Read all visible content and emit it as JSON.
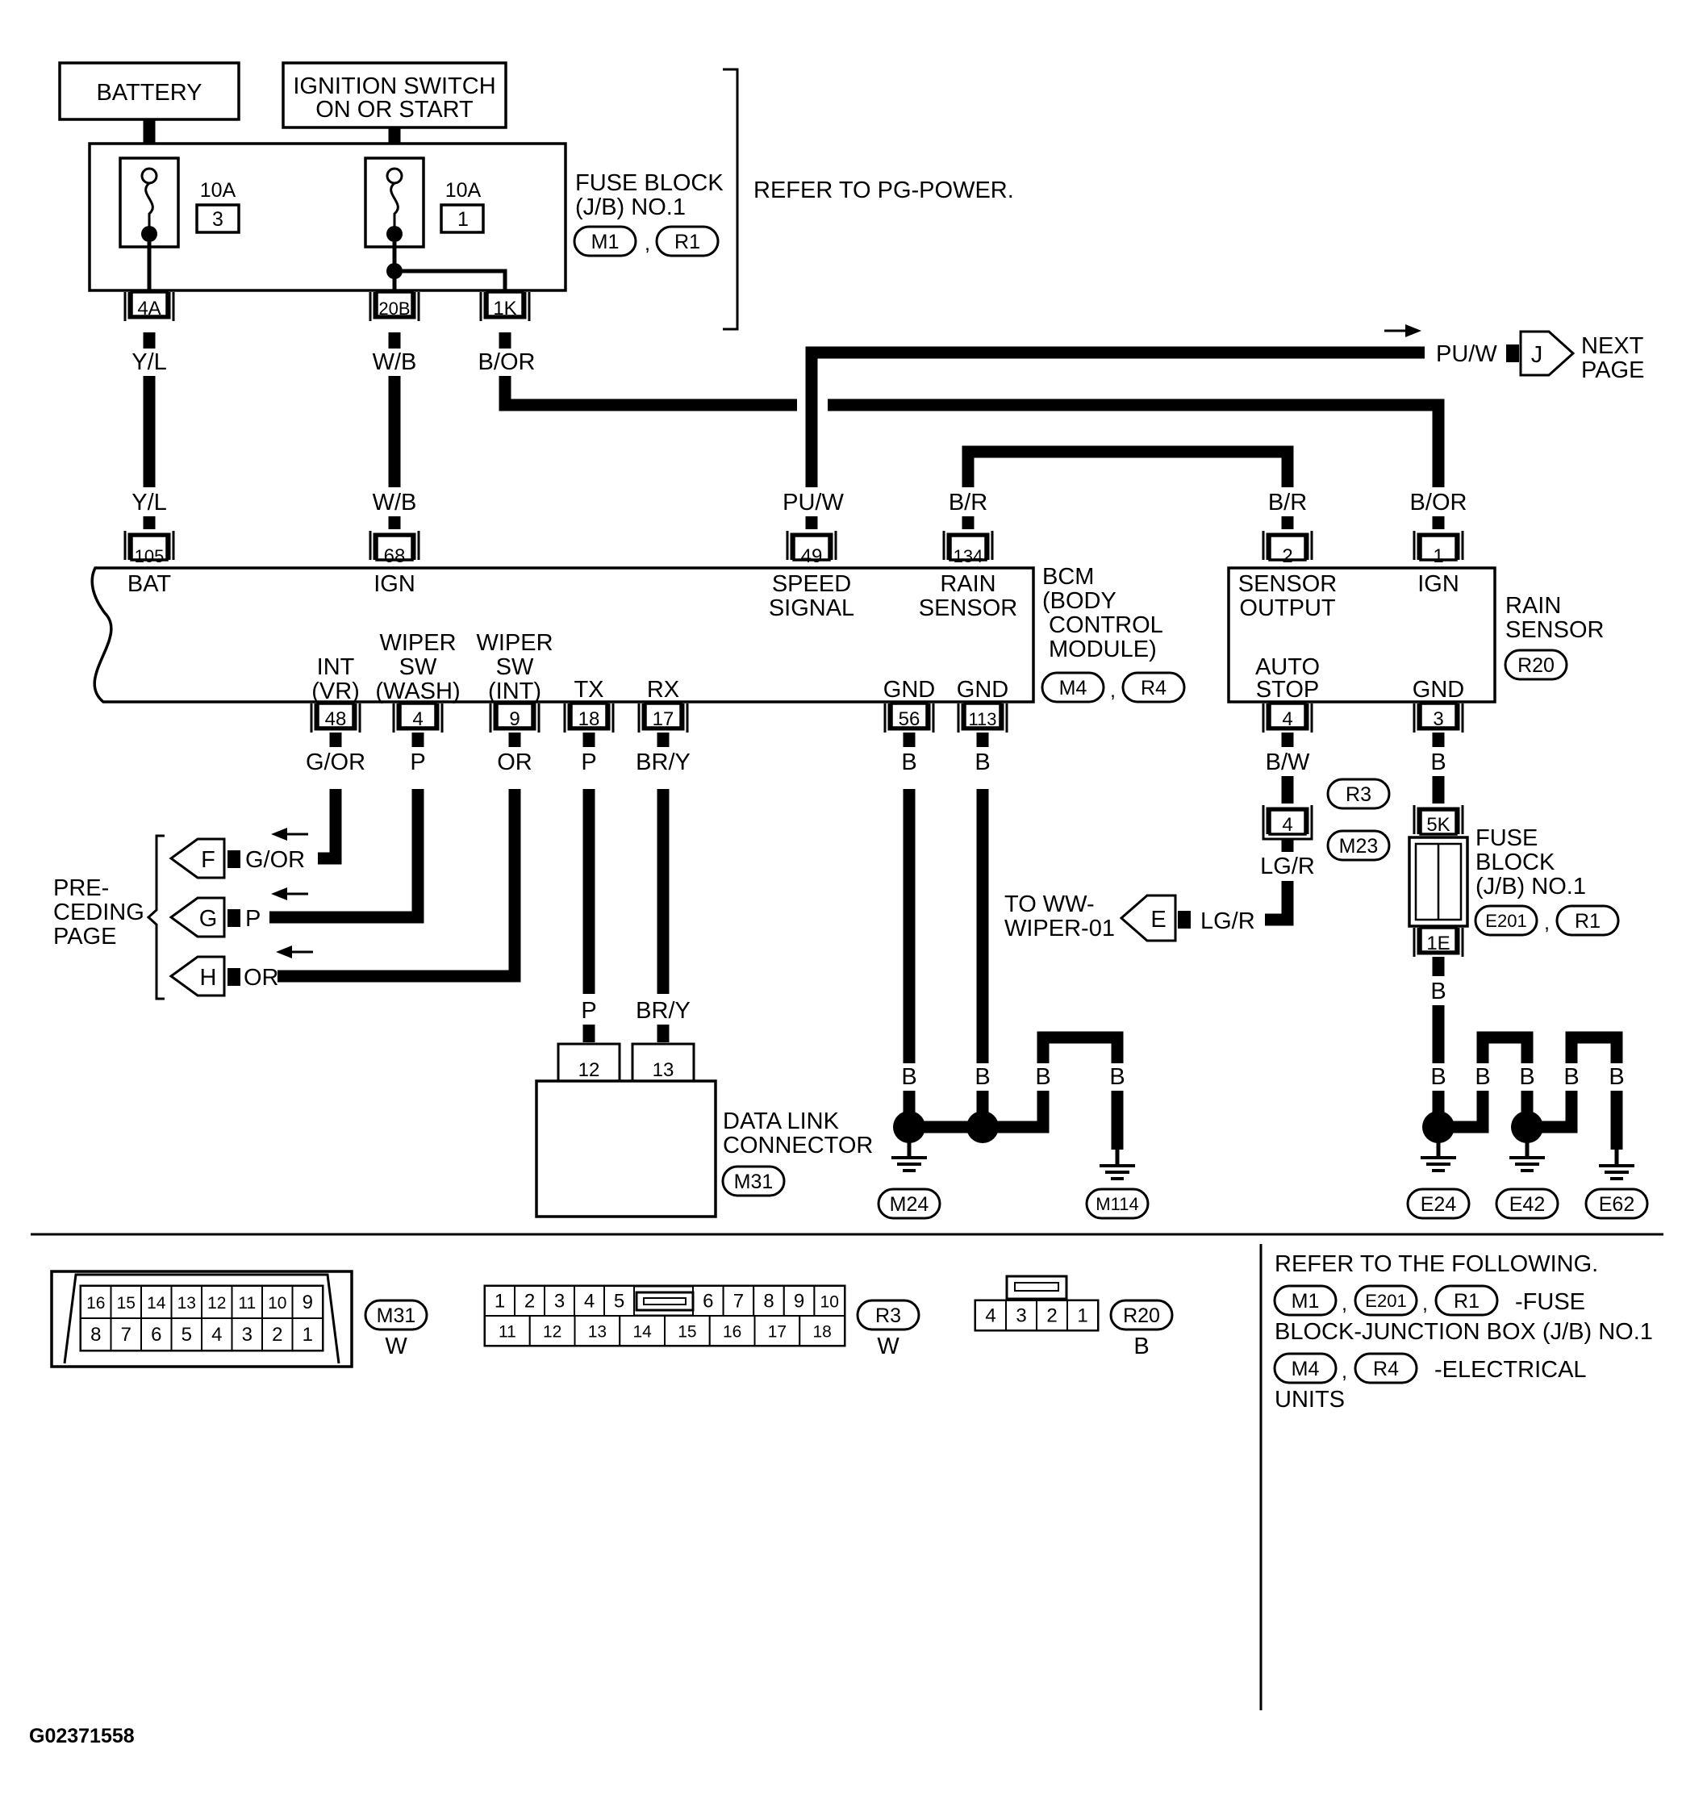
{
  "battery": "BATTERY",
  "ignition_switch": [
    "IGNITION SWITCH",
    "ON OR START"
  ],
  "fuse_block": {
    "label": [
      "FUSE BLOCK",
      "(J/B) NO.1"
    ],
    "refs": [
      "M1",
      "R1"
    ],
    "fuse_left": {
      "rating": "10A",
      "number": "3"
    },
    "fuse_right": {
      "rating": "10A",
      "number": "1"
    },
    "terminals": [
      "4A",
      "20B",
      "1K"
    ]
  },
  "refer_pg_power": "REFER TO PG-POWER.",
  "wires": {
    "yl": "Y/L",
    "wb": "W/B",
    "bor": "B/OR",
    "puw": "PU/W",
    "br": "B/R",
    "gor": "G/OR",
    "p": "P",
    "or": "OR",
    "bry": "BR/Y",
    "b": "B",
    "bw": "B/W",
    "lgr": "LG/R"
  },
  "next_page": {
    "connector": "J",
    "label": [
      "NEXT",
      "PAGE"
    ]
  },
  "bcm": {
    "label": [
      "BCM",
      "(BODY",
      "CONTROL",
      "MODULE)"
    ],
    "refs": [
      "M4",
      "R4"
    ],
    "top_pins": [
      "105",
      "68",
      "49",
      "134"
    ],
    "top_labels": {
      "bat": "BAT",
      "ign": "IGN",
      "speed": [
        "SPEED",
        "SIGNAL"
      ],
      "rain": [
        "RAIN",
        "SENSOR"
      ]
    },
    "bottom_pins": [
      "48",
      "4",
      "9",
      "18",
      "17",
      "56",
      "113"
    ],
    "bottom_labels": {
      "int_vr": [
        "INT",
        "(VR)"
      ],
      "wiper_wash": [
        "WIPER",
        "SW",
        "(WASH)"
      ],
      "wiper_int": [
        "WIPER",
        "SW",
        "(INT)"
      ],
      "tx": "TX",
      "rx": "RX",
      "gnd": "GND"
    }
  },
  "rain_sensor": {
    "label": [
      "RAIN",
      "SENSOR"
    ],
    "ref": "R20",
    "pins": [
      "2",
      "1",
      "4",
      "3"
    ],
    "pin_labels": {
      "sensor_output": [
        "SENSOR",
        "OUTPUT"
      ],
      "ign": "IGN",
      "auto_stop": [
        "AUTO",
        "STOP"
      ],
      "gnd": "GND"
    }
  },
  "inline_connector": {
    "pin": "4",
    "refs": [
      "R3",
      "M23"
    ]
  },
  "to_ww": {
    "connector": "E",
    "label": [
      "TO WW-",
      "WIPER-01"
    ]
  },
  "fuse_block_lower": {
    "top": "5K",
    "bottom": "1E",
    "label": [
      "FUSE",
      "BLOCK",
      "(J/B) NO.1"
    ],
    "refs": [
      "E201",
      "R1"
    ]
  },
  "preceding_page": {
    "label": [
      "PRE-",
      "CEDING",
      "PAGE"
    ],
    "connectors": [
      "F",
      "G",
      "H"
    ]
  },
  "data_link": {
    "label": [
      "DATA LINK",
      "CONNECTOR"
    ],
    "ref": "M31",
    "pins": [
      "12",
      "13"
    ]
  },
  "grounds": [
    "M24",
    "M114",
    "E24",
    "E42",
    "E62"
  ],
  "connector_faces": {
    "m31": {
      "ref": "M31",
      "color": "W",
      "top": [
        "16",
        "15",
        "14",
        "13",
        "12",
        "11",
        "10",
        "9"
      ],
      "bottom": [
        "8",
        "7",
        "6",
        "5",
        "4",
        "3",
        "2",
        "1"
      ]
    },
    "r3": {
      "ref": "R3",
      "color": "W",
      "top": [
        "1",
        "2",
        "3",
        "4",
        "5",
        "6",
        "7",
        "8",
        "9",
        "10"
      ],
      "bottom": [
        "11",
        "12",
        "13",
        "14",
        "15",
        "16",
        "17",
        "18"
      ]
    },
    "r20": {
      "ref": "R20",
      "color": "B",
      "pins": [
        "4",
        "3",
        "2",
        "1"
      ]
    }
  },
  "refer_following": {
    "title": "REFER TO THE FOLLOWING.",
    "line1_refs": [
      "M1",
      "E201",
      "R1"
    ],
    "line1_text": [
      "-FUSE",
      "BLOCK-JUNCTION BOX (J/B) NO.1"
    ],
    "line2_refs": [
      "M4",
      "R4"
    ],
    "line2_text": [
      "-ELECTRICAL",
      "UNITS"
    ]
  },
  "figure_id": "G02371558"
}
